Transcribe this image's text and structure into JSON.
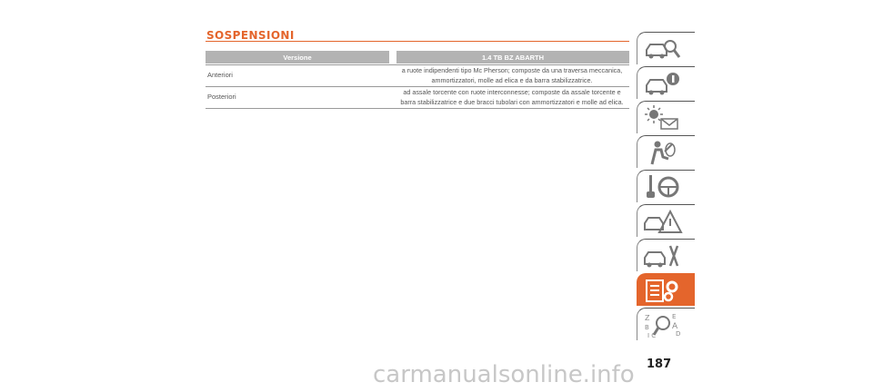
{
  "section": {
    "title": "SOSPENSIONI"
  },
  "table": {
    "headers": [
      "Versione",
      "1.4 TB BZ ABARTH"
    ],
    "rows": [
      {
        "label": "Anteriori",
        "value_line1": "a ruote indipendenti tipo Mc Pherson; composte da una traversa meccanica,",
        "value_line2": "ammortizzatori, molle ad elica e da barra stabilizzatrice."
      },
      {
        "label": "Posteriori",
        "value_line1": "ad assale torcente con ruote interconnesse; composte da assale torcente e",
        "value_line2": "barra stabilizzatrice e due bracci tubolari con ammortizzatori e molle ad elica."
      }
    ]
  },
  "sidebar": {
    "tabs": [
      {
        "icon": "car-magnifier-icon",
        "active": false
      },
      {
        "icon": "car-info-icon",
        "active": false
      },
      {
        "icon": "sun-warning-envelope-icon",
        "active": false
      },
      {
        "icon": "seat-airbag-icon",
        "active": false
      },
      {
        "icon": "gearstick-steering-wheel-icon",
        "active": false
      },
      {
        "icon": "car-warning-triangle-icon",
        "active": false
      },
      {
        "icon": "car-wrench-icon",
        "active": false
      },
      {
        "icon": "document-gear-icon",
        "active": true
      },
      {
        "icon": "alphabetical-index-icon",
        "active": false
      }
    ],
    "accent": "#e4652c"
  },
  "page": {
    "number": "187"
  },
  "watermark": {
    "text": "carmanualsonline.info"
  }
}
